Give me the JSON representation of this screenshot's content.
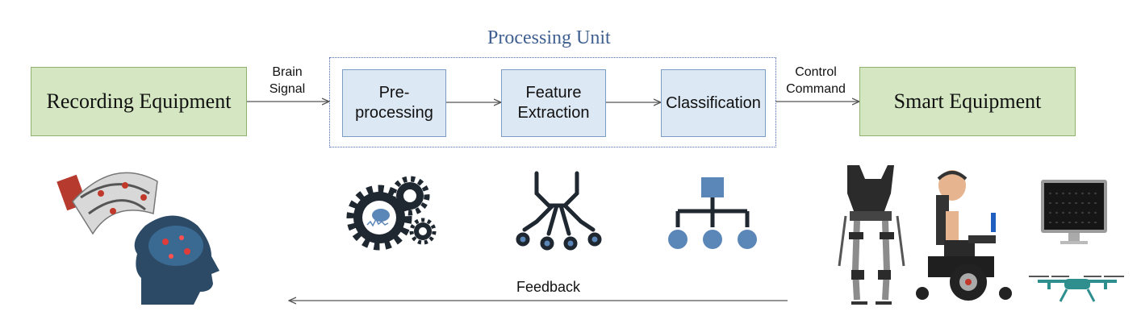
{
  "processing_unit": {
    "title": "Processing Unit"
  },
  "blocks": {
    "recording": "Recording Equipment",
    "preprocessing": "Pre-\nprocessing",
    "feature": "Feature\nExtraction",
    "classification": "Classification",
    "smart": "Smart Equipment"
  },
  "arrows": {
    "brain_signal": "Brain\nSignal",
    "control_command": "Control\nCommand",
    "feedback": "Feedback"
  },
  "colors": {
    "green_fill": "#d5e7c2",
    "blue_fill": "#dde8f5",
    "icon_dark": "#1f2730",
    "icon_blue": "#5b86b8",
    "teal": "#2f8f8f"
  },
  "icons": [
    "eeg-headset-icon",
    "brain-head-icon",
    "gears-icon",
    "funnel-network-icon",
    "hierarchy-icon",
    "exoskeleton-icon",
    "wheelchair-icon",
    "monitor-icon",
    "drone-icon"
  ]
}
